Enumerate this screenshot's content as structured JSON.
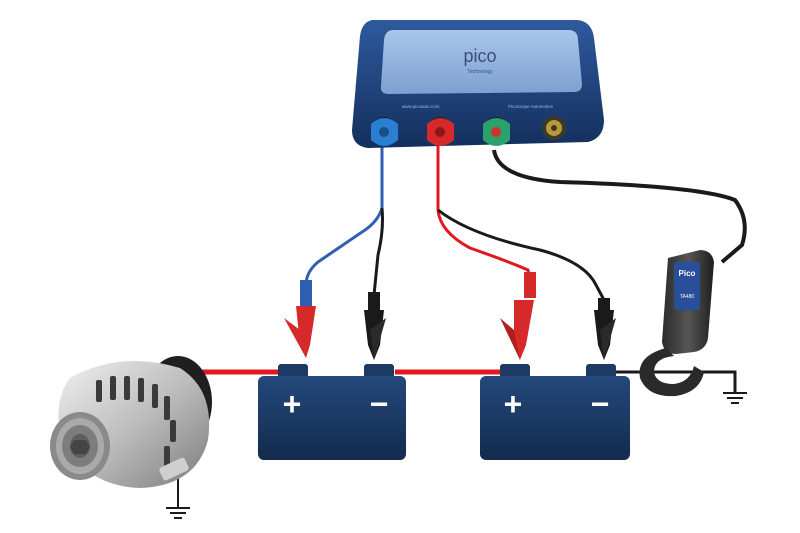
{
  "scope": {
    "brand": "pico",
    "sub_brand": "Technology",
    "url": "www.picoauto.com",
    "model": "PicoScope Automotive"
  },
  "clamp": {
    "brand": "Pico",
    "model": "TA480"
  },
  "battery_left": {
    "plus": "+",
    "minus": "−"
  },
  "battery_right": {
    "plus": "+",
    "minus": "−"
  },
  "colors": {
    "scope_body": "#1d3f7a",
    "scope_panel": "#8fb1dd",
    "battery": "#1c3a63",
    "probe_blue": "#2a7fd1",
    "probe_red": "#d62a2a",
    "probe_green": "#2aa26a",
    "cable_red": "#e0181f",
    "cable_black": "#1a1a1a",
    "cable_blue": "#2f5fb3",
    "alternator_body": "#bfbfbf"
  },
  "icons": [
    "ground-symbol-icon",
    "ground-symbol-icon"
  ]
}
